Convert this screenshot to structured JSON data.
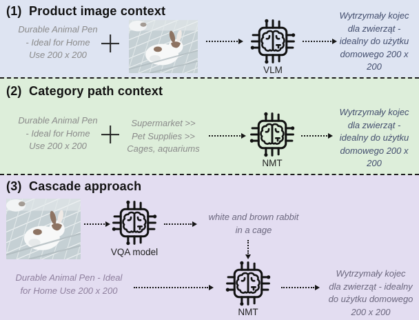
{
  "figure": {
    "sections": [
      {
        "title": "(1)  Product image context",
        "source_text": "Durable Animal Pen\n- Ideal for Home\nUse 200 x 200",
        "plus": "+",
        "model_label": "VLM",
        "output_text": "Wytrzymały kojec\ndla zwierząt -\nidealny do użytku\ndomowego 200 x\n200"
      },
      {
        "title": "(2)  Category path context",
        "source_text": "Durable Animal Pen\n- Ideal for Home\nUse 200 x 200",
        "plus": "+",
        "category_path": "Supermarket >>\nPet Supplies >>\nCages, aquariums",
        "model_label": "NMT",
        "output_text": "Wytrzymały kojec\ndla zwierząt -\nidealny do użytku\ndomowego 200 x\n200"
      },
      {
        "title": "(3)  Cascade approach",
        "vqa_label": "VQA model",
        "caption_text": "white and brown rabbit\nin a cage",
        "source_text": "Durable Animal Pen - Ideal\nfor Home Use 200 x 200",
        "nmt_label": "NMT",
        "output_text": "Wytrzymały kojec\ndla zwierząt - idealny\ndo użytku domowego\n200 x 200"
      }
    ]
  },
  "icons": {
    "model_icon": "brain-chip-icon",
    "arrow_icon": "dotted-arrow-icon",
    "plus_icon": "plus-icon",
    "product_image": "rabbit-in-cage-photo"
  },
  "colors": {
    "section1_bg": "#dee4f2",
    "section2_bg": "#ddeeda",
    "section3_bg": "#e3ddf1",
    "source_text_gray": "#8a8a8a",
    "output_text_navy": "#434e6e",
    "section3_text_purple": "#6b677e",
    "section3_source_mauve": "#8e7f9d",
    "separator": "#1c1c1c"
  }
}
